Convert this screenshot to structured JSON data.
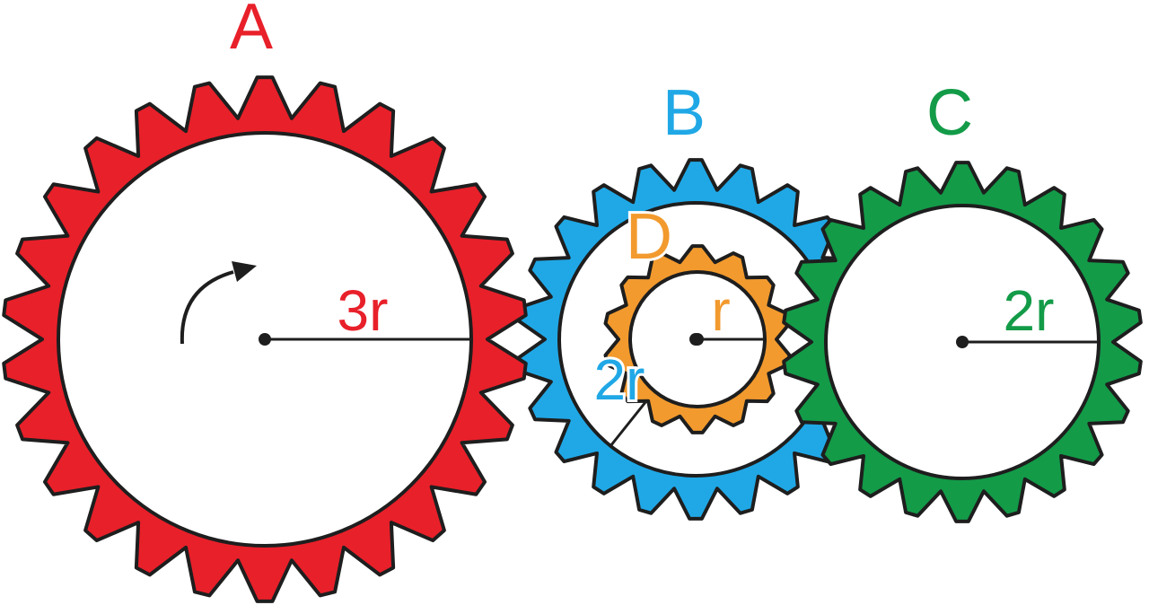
{
  "colors": {
    "gear_a": "#e8202a",
    "gear_b": "#20a8e6",
    "gear_c": "#139b48",
    "gear_d": "#f29a2e",
    "outline": "#1e1e1e"
  },
  "gears": {
    "a": {
      "name": "A",
      "radius_label": "3r",
      "teeth": 26
    },
    "b": {
      "name": "B",
      "radius_label": "2r",
      "teeth": 22
    },
    "c": {
      "name": "C",
      "radius_label": "2r",
      "teeth": 22
    },
    "d": {
      "name": "D",
      "radius_label": "r",
      "teeth": 14
    }
  },
  "rotation_arrow": {
    "icon": "clockwise-arrow-icon"
  }
}
